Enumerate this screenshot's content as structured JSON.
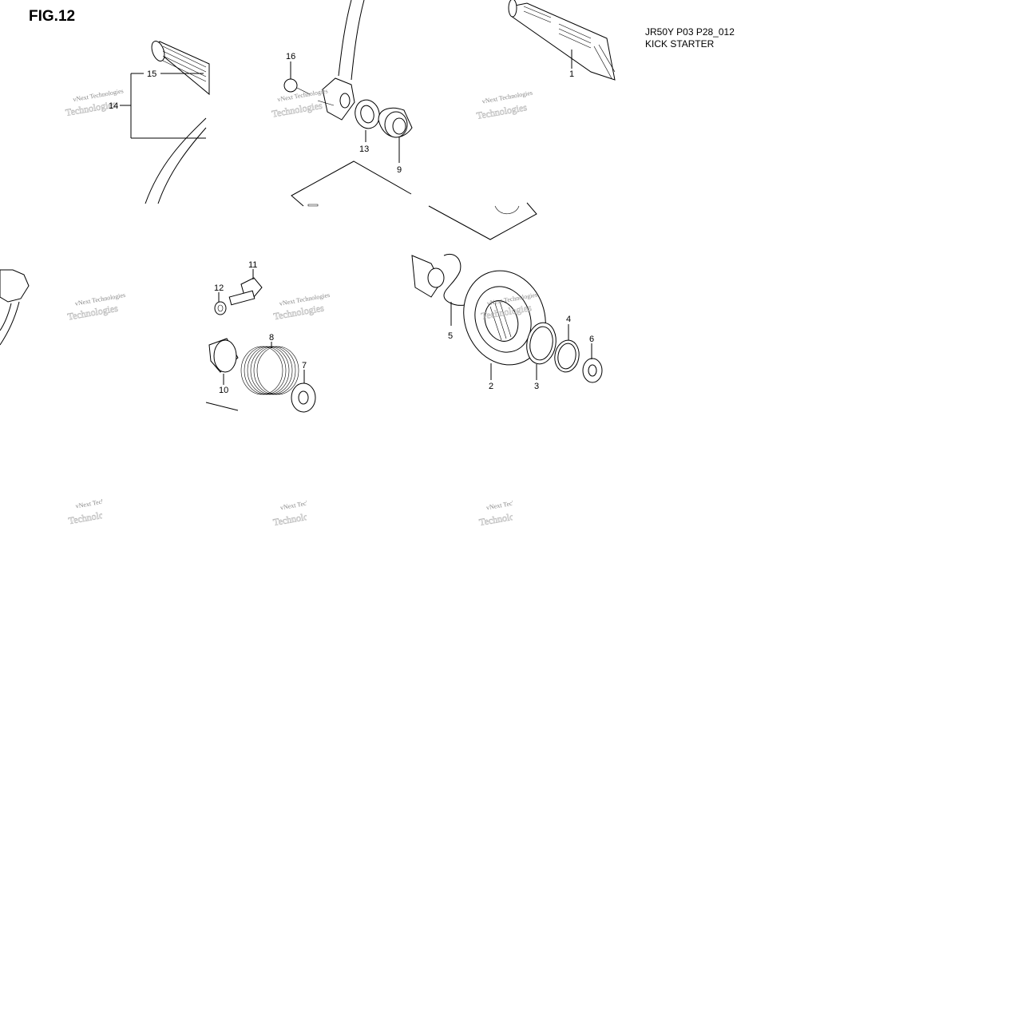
{
  "figure": {
    "title": "FIG.12",
    "code": "JR50Y P03 P28_012",
    "subtitle": "KICK STARTER"
  },
  "watermark": {
    "line1": "vNext Technologies",
    "line2": "Technologies"
  },
  "callouts": [
    {
      "id": "callout-1",
      "label": "1"
    },
    {
      "id": "callout-2",
      "label": "2"
    },
    {
      "id": "callout-3",
      "label": "3"
    },
    {
      "id": "callout-4",
      "label": "4"
    },
    {
      "id": "callout-5",
      "label": "5"
    },
    {
      "id": "callout-6",
      "label": "6"
    },
    {
      "id": "callout-7",
      "label": "7"
    },
    {
      "id": "callout-8",
      "label": "8"
    },
    {
      "id": "callout-9",
      "label": "9"
    },
    {
      "id": "callout-10",
      "label": "10"
    },
    {
      "id": "callout-11",
      "label": "11"
    },
    {
      "id": "callout-12",
      "label": "12"
    },
    {
      "id": "callout-13",
      "label": "13"
    },
    {
      "id": "callout-14",
      "label": "14"
    },
    {
      "id": "callout-15",
      "label": "15"
    },
    {
      "id": "callout-16",
      "label": "16"
    }
  ]
}
